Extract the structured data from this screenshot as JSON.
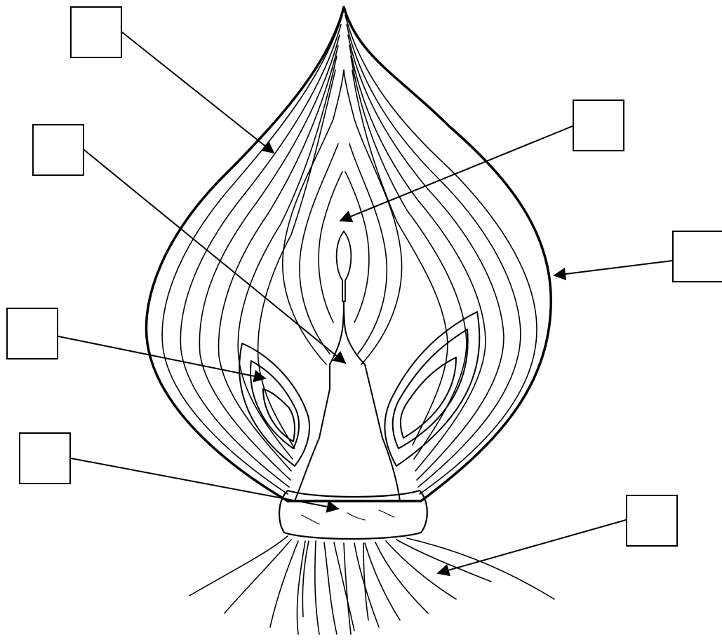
{
  "diagram": {
    "labels": [
      {
        "id": "scale-leaf-label",
        "value": ""
      },
      {
        "id": "stem-label",
        "value": ""
      },
      {
        "id": "lateral-bud-label",
        "value": ""
      },
      {
        "id": "basal-plate-label",
        "value": ""
      },
      {
        "id": "terminal-bud-label",
        "value": ""
      },
      {
        "id": "outer-skin-label",
        "value": ""
      },
      {
        "id": "roots-label",
        "value": ""
      }
    ]
  }
}
